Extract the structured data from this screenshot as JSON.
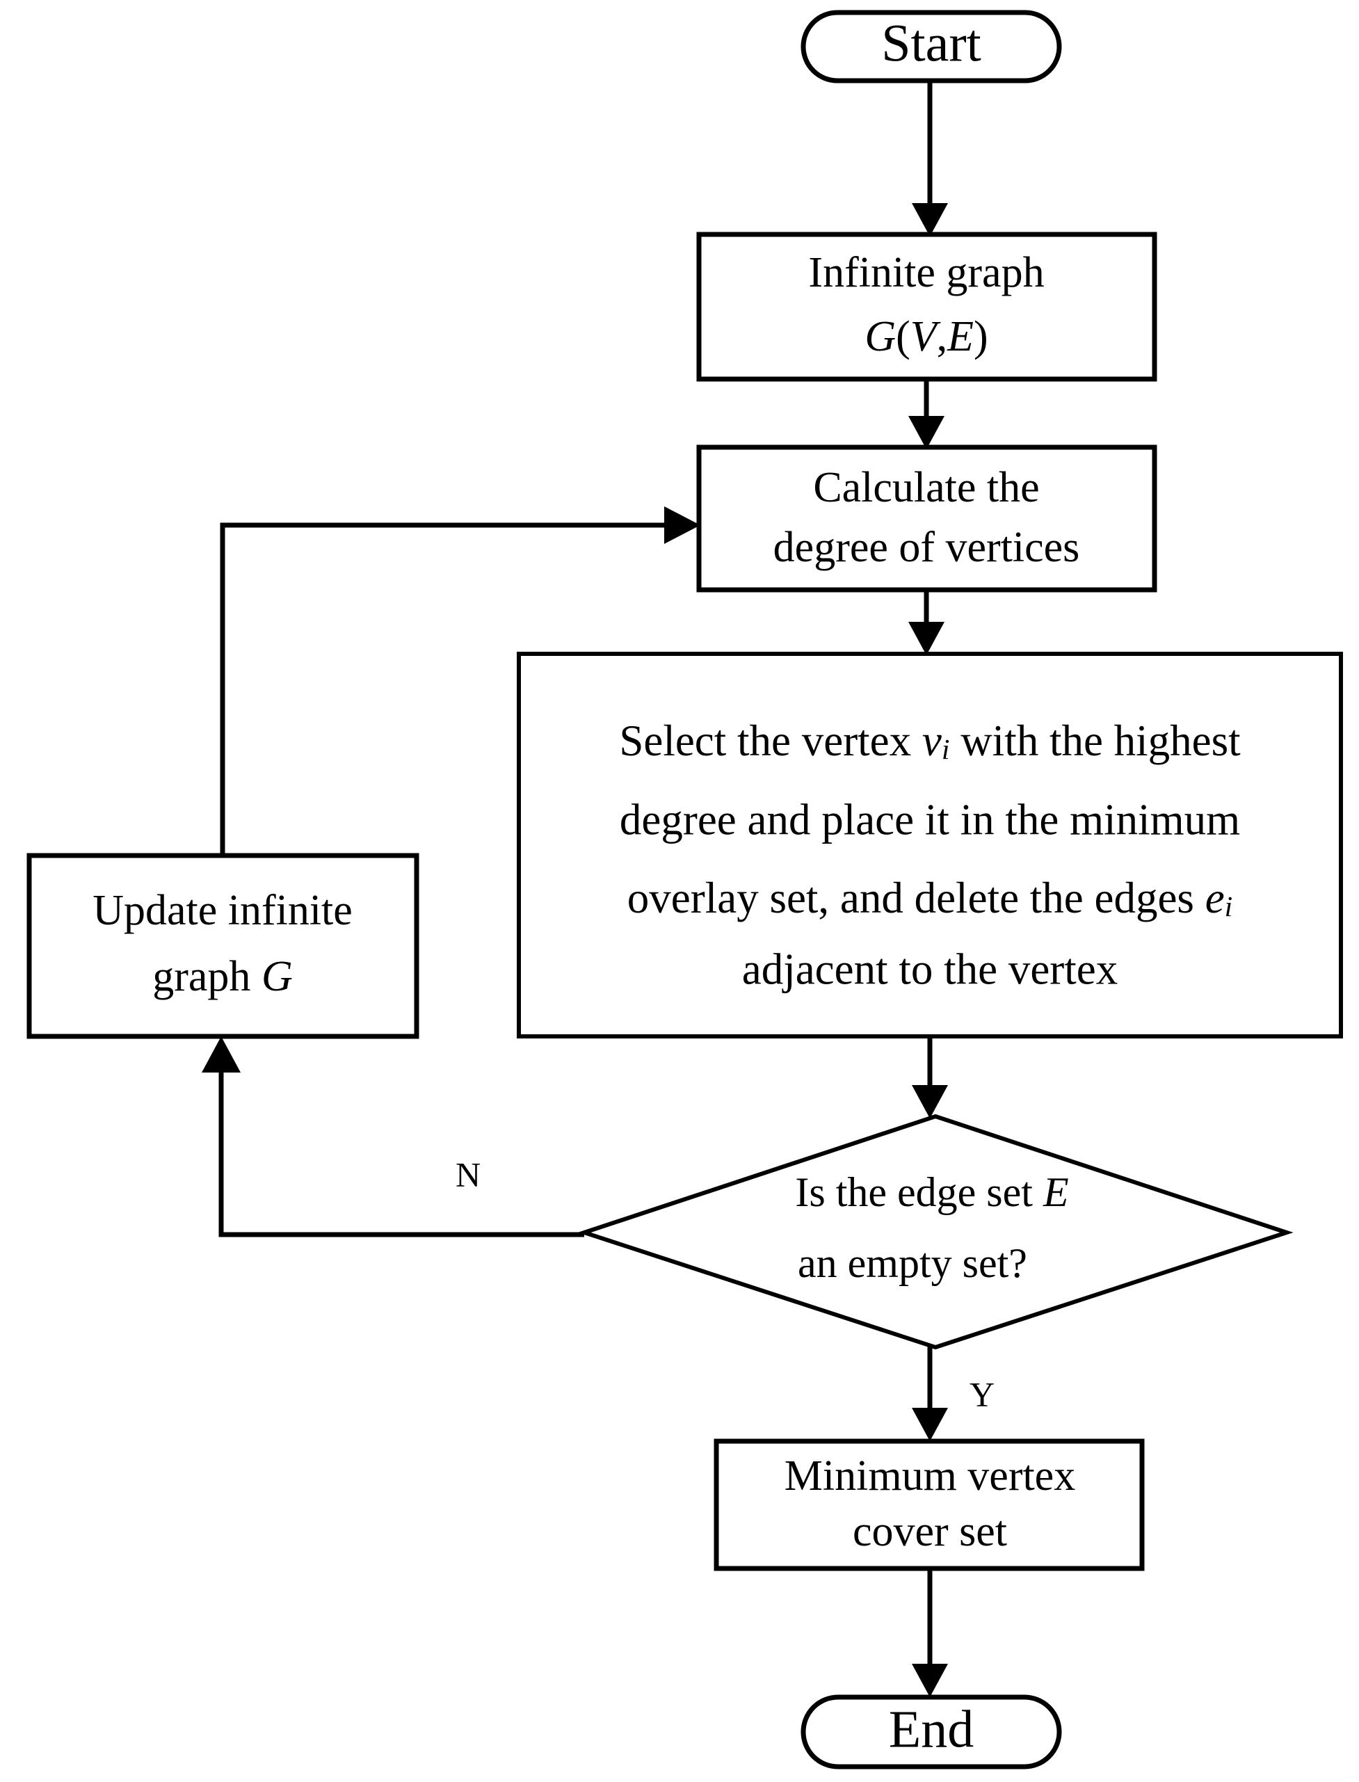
{
  "diagram": {
    "title": "Minimum vertex cover greedy algorithm flowchart",
    "type": "flowchart",
    "colors": {
      "stroke": "#000000",
      "fill": "#ffffff",
      "text": "#000000"
    }
  },
  "nodes": {
    "start": {
      "shape": "terminator",
      "label": "Start"
    },
    "infinite_graph": {
      "shape": "process",
      "line1": "Infinite graph",
      "line2_prefix": "G",
      "line2_open": "(",
      "line2_v": "V",
      "line2_comma": ",",
      "line2_e": "E",
      "line2_close": ")",
      "line2_plain": "G(V,E)"
    },
    "calculate_degree": {
      "shape": "process",
      "line1": "Calculate the",
      "line2": "degree of vertices"
    },
    "select_vertex": {
      "shape": "process",
      "line1_a": "Select the vertex ",
      "line1_var": "v",
      "line1_sub": "i",
      "line1_b": " with the highest",
      "line2": "degree and place it in the minimum",
      "line3_a": "overlay set, and delete the edges ",
      "line3_var": "e",
      "line3_sub": "i",
      "line4": "adjacent to the vertex"
    },
    "update_graph": {
      "shape": "process",
      "line1": "Update infinite",
      "line2_a": "graph ",
      "line2_var": "G"
    },
    "decision_empty": {
      "shape": "decision",
      "line1_a": "Is the edge set ",
      "line1_var": "E",
      "line2": "an empty set?"
    },
    "min_vertex_cover": {
      "shape": "process",
      "line1": "Minimum vertex",
      "line2": "cover set"
    },
    "end": {
      "shape": "terminator",
      "label": "End"
    }
  },
  "edges": {
    "start_to_infinite": {
      "label": ""
    },
    "infinite_to_calculate": {
      "label": ""
    },
    "calculate_to_select": {
      "label": ""
    },
    "select_to_decision": {
      "label": ""
    },
    "decision_no": {
      "label": "N"
    },
    "decision_yes": {
      "label": "Y"
    },
    "update_to_calculate": {
      "label": ""
    },
    "mincover_to_end": {
      "label": ""
    }
  }
}
